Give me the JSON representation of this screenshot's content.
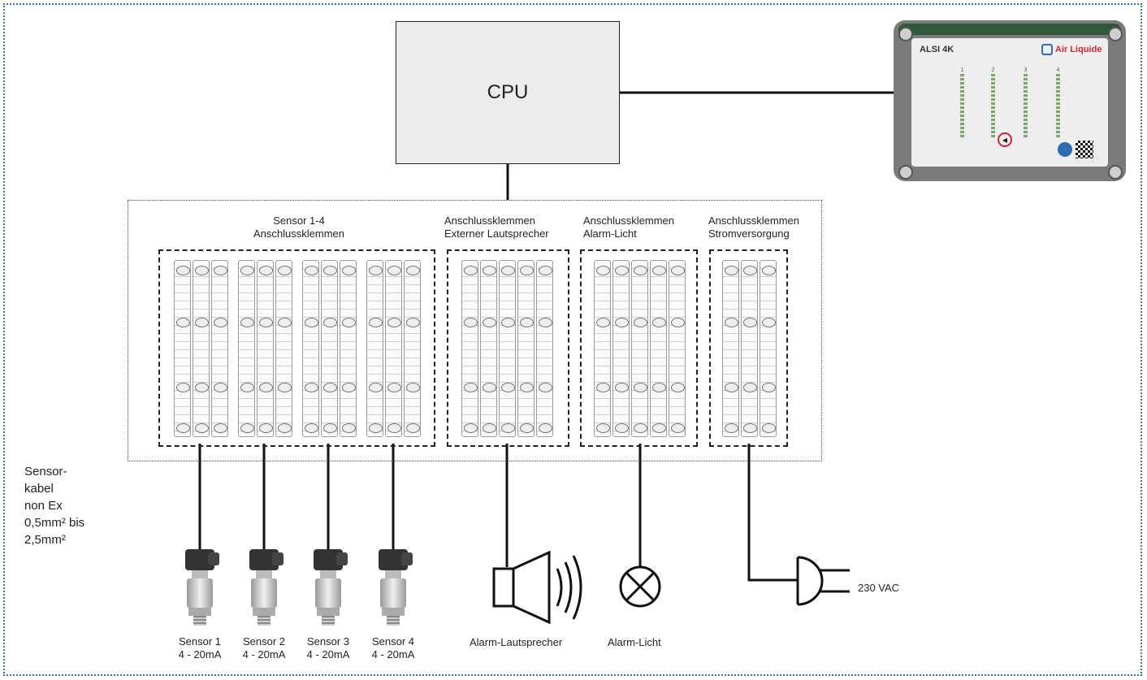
{
  "cpu": {
    "label": "CPU"
  },
  "device": {
    "name": "ALSI 4K",
    "brand": "Air Liquide",
    "channels": [
      "1",
      "2",
      "3",
      "4"
    ]
  },
  "groups": {
    "sensors": {
      "line1": "Sensor 1-4",
      "line2": "Anschlussklemmen"
    },
    "speaker": {
      "line1": "Anschlussklemmen",
      "line2": "Externer Lautsprecher"
    },
    "alarm_light": {
      "line1": "Anschlussklemmen",
      "line2": "Alarm-Licht"
    },
    "power": {
      "line1": "Anschlussklemmen",
      "line2": "Stromversorgung"
    }
  },
  "sensors": [
    {
      "name": "Sensor 1",
      "range": "4 - 20mA"
    },
    {
      "name": "Sensor 2",
      "range": "4 - 20mA"
    },
    {
      "name": "Sensor 3",
      "range": "4 - 20mA"
    },
    {
      "name": "Sensor 4",
      "range": "4 - 20mA"
    }
  ],
  "outputs": {
    "speaker": "Alarm-Lautsprecher",
    "light": "Alarm-Licht",
    "power": "230 VAC"
  },
  "cable_note": [
    "Sensor-",
    "kabel",
    "non Ex",
    "0,5mm² bis",
    "2,5mm²"
  ],
  "colors": {
    "frame": "#2f6db5",
    "brand": "#d9232e",
    "cpu_fill": "#ececec"
  }
}
